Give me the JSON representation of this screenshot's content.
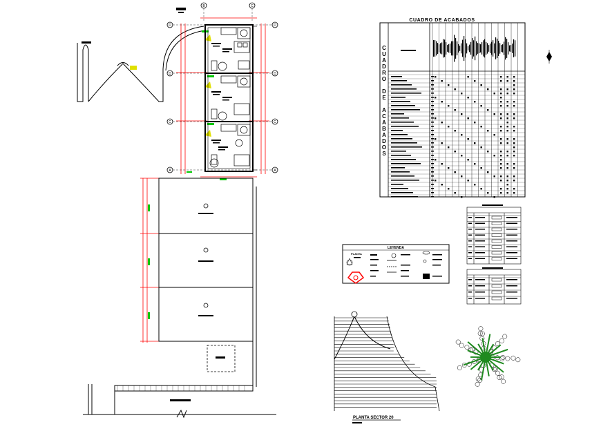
{
  "drawing": {
    "finishes_table_title": "CUADRO DE ACABADOS",
    "finishes_table_side_letters": [
      "C",
      "U",
      "A",
      "D",
      "R",
      "O",
      "",
      "D",
      "E",
      "",
      "A",
      "C",
      "A",
      "B",
      "A",
      "D",
      "O",
      "S"
    ],
    "legend_title": "LEYENDA",
    "legend_plan_label": "PLANTA",
    "sheet_title": "PLANTA SECTOR 20",
    "grid_bubbles": {
      "top_left": "B",
      "top_right": "C",
      "left": [
        "D",
        "D",
        "C",
        "A"
      ],
      "right": [
        "D",
        "D",
        "C",
        "A"
      ]
    },
    "north_arrow_icon": "north-arrow-icon",
    "tree_icon": "tree-icon",
    "colors": {
      "linework": "#000000",
      "dimensions": "#ff0000",
      "green_annotation": "#00c800",
      "yellow_annotation": "#e0e000",
      "tree_foliage": "#1f8a1f"
    }
  }
}
